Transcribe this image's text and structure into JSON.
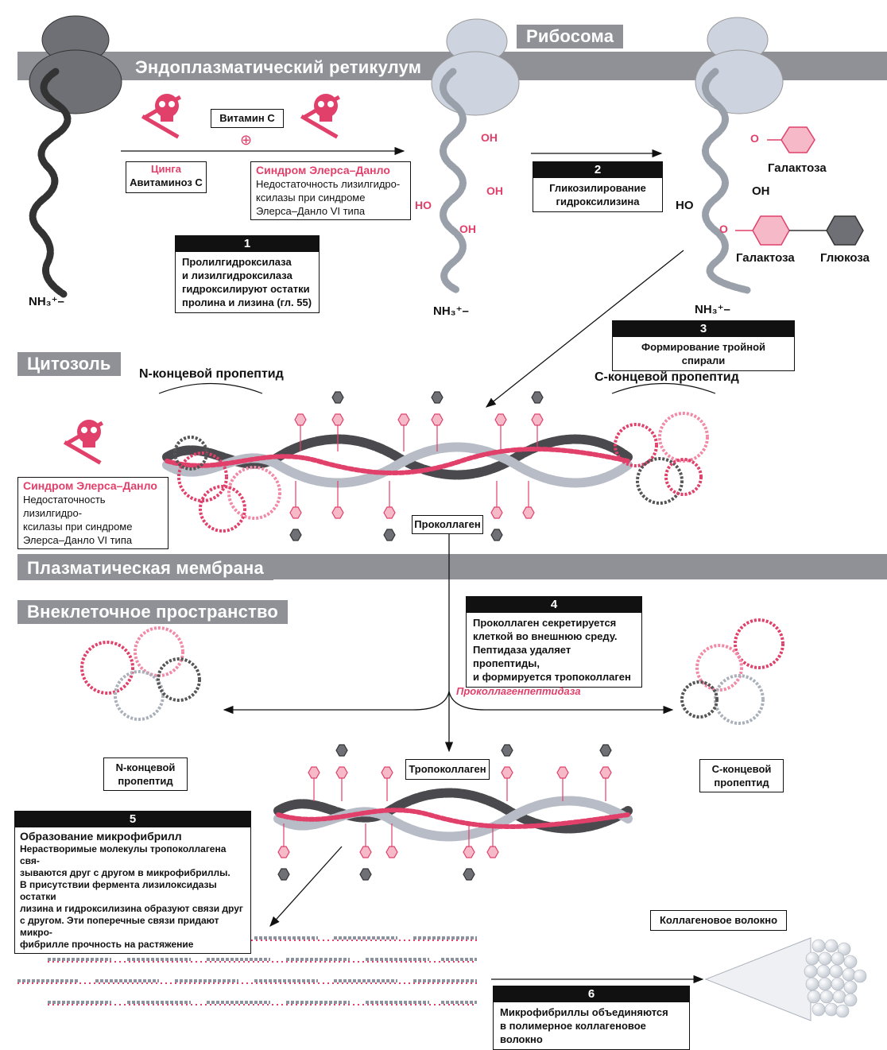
{
  "bands": {
    "ribosome": "Рибосома",
    "er": "Эндоплазматический ретикулум",
    "cytosol": "Цитозоль",
    "plasma_membrane": "Плазматическая мембрана",
    "extracellular": "Внеклеточное пространство"
  },
  "top": {
    "vitamin_c": "Витамин С",
    "plus": "⊕",
    "scurvy_title": "Цинга",
    "scurvy_text": "Авитаминоз С",
    "eds_title": "Синдром Элерса–Данло",
    "eds_text": [
      "Недостаточность лизилгидро-",
      "ксилазы при синдроме",
      "Элерса–Данло VI типа"
    ],
    "nh3": "NH₃⁺–",
    "oh": "OH",
    "ho": "HO"
  },
  "steps": [
    {
      "num": "1",
      "lines": [
        "Пролилгидроксилаза",
        "и лизилгидроксилаза",
        "гидроксилируют остатки",
        "пролина и лизина (гл. 55)"
      ]
    },
    {
      "num": "2",
      "lines": [
        "Гликозилирование",
        "гидроксилизина"
      ]
    },
    {
      "num": "3",
      "lines": [
        "Формирование тройной спирали"
      ]
    },
    {
      "num": "4",
      "lines": [
        "Проколлаген секретируется",
        "клеткой во внешнюю среду.",
        "Пептидаза удаляет пропептиды,",
        "и формируется тропоколлаген"
      ]
    },
    {
      "num": "5",
      "title": "Образование микрофибрилл",
      "lines": [
        "Нерастворимые молекулы тропоколлагена свя-",
        "зываются друг с другом в микрофибриллы.",
        "В присутствии фермента лизилоксидазы остатки",
        "лизина и гидроксилизина образуют связи друг",
        "с другом. Эти поперечные связи придают микро-",
        "фибрилле прочность на растяжение"
      ]
    },
    {
      "num": "6",
      "lines": [
        "Микрофибриллы объединяются",
        "в полимерное коллагеновое волокно"
      ]
    }
  ],
  "sugars": {
    "galactose": "Галактоза",
    "glucose": "Глюкоза"
  },
  "mid": {
    "n_propeptide": "N-концевой пропептид",
    "c_propeptide": "С-концевой пропептид",
    "procollagen": "Проколлаген",
    "eds_title": "Синдром Элерса–Данло",
    "eds_text": [
      "Недостаточность лизилгидро-",
      "ксилазы при синдроме",
      "Элерса–Данло VI типа"
    ]
  },
  "extra": {
    "peptidase": "Проколлагенпептидаза",
    "n_propeptide": [
      "N-концевой",
      "пропептид"
    ],
    "c_propeptide": [
      "С-концевой",
      "пропептид"
    ],
    "tropocollagen": "Тропоколлаген",
    "collagen_fiber": "Коллагеновое волокно"
  },
  "colors": {
    "band": "#8f9197",
    "pink": "#e0406a",
    "pink_fill": "#f6b9c8",
    "dark": "#555",
    "light": "#c9d0dd"
  },
  "icons": [
    "skull-crossbones-icon",
    "hexagon-icon"
  ]
}
